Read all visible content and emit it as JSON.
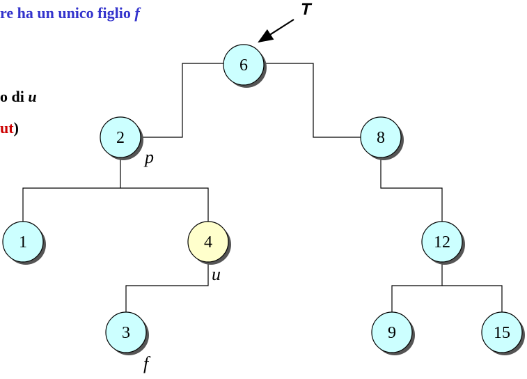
{
  "text": {
    "title_prefix": "re ha un unico figlio ",
    "title_var": "f",
    "line2_prefix": "o di ",
    "line2_var": "u",
    "line3_cut": "ut",
    "line3_suffix": ")",
    "tree_label": "T"
  },
  "tree": {
    "nodes": [
      {
        "id": "n6",
        "label": "6",
        "highlight": false
      },
      {
        "id": "n2",
        "label": "2",
        "highlight": false
      },
      {
        "id": "n8",
        "label": "8",
        "highlight": false
      },
      {
        "id": "n1",
        "label": "1",
        "highlight": false
      },
      {
        "id": "n4",
        "label": "4",
        "highlight": true
      },
      {
        "id": "n12",
        "label": "12",
        "highlight": false
      },
      {
        "id": "n3",
        "label": "3",
        "highlight": false
      },
      {
        "id": "n9",
        "label": "9",
        "highlight": false
      },
      {
        "id": "n15",
        "label": "15",
        "highlight": false
      }
    ],
    "edges": [
      [
        "n6",
        "n2"
      ],
      [
        "n6",
        "n8"
      ],
      [
        "n2",
        "n1"
      ],
      [
        "n2",
        "n4"
      ],
      [
        "n8",
        "n12"
      ],
      [
        "n4",
        "n3"
      ],
      [
        "n12",
        "n9"
      ],
      [
        "n12",
        "n15"
      ]
    ],
    "node_labels": [
      {
        "node": "n2",
        "text": "p"
      },
      {
        "node": "n4",
        "text": "u"
      },
      {
        "node": "n3",
        "text": "f"
      }
    ]
  },
  "colors": {
    "node_fill": "#ccffff",
    "highlight_fill": "#ffffcc",
    "title_color": "#3333cc",
    "cut_color": "#cc0000"
  }
}
